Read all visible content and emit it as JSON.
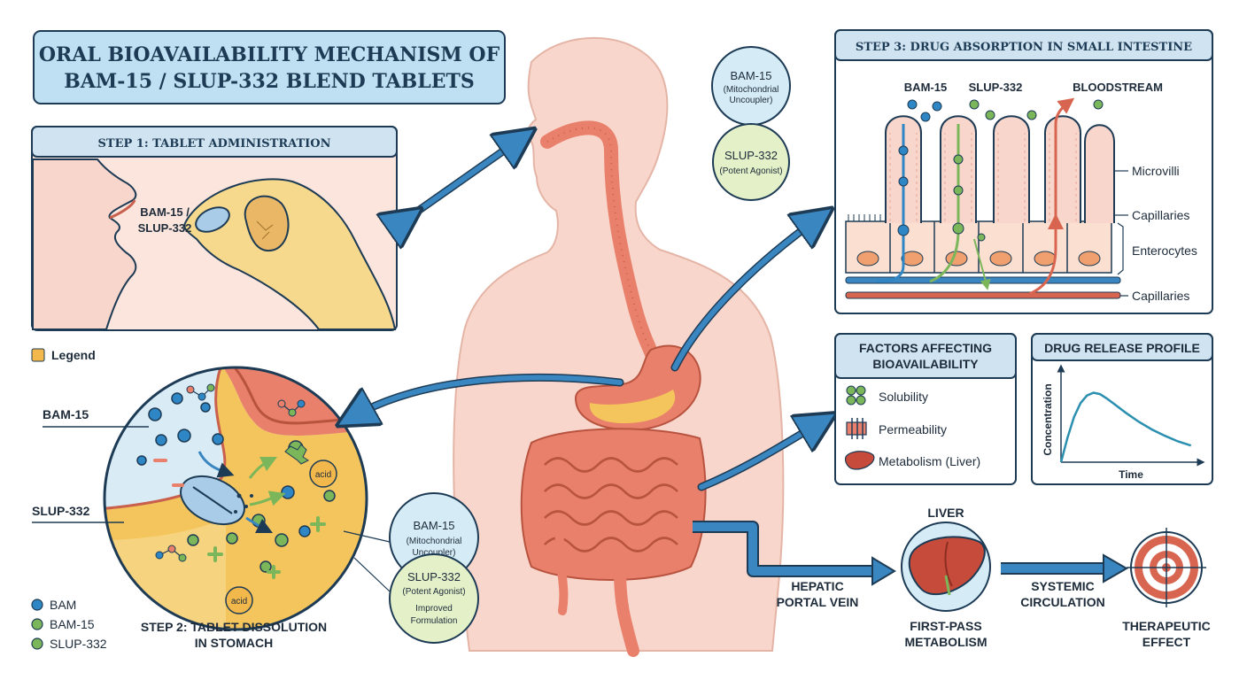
{
  "title": {
    "line1": "ORAL BIOAVAILABILITY MECHANISM OF",
    "line2": "BAM-15 / SLUP-332 BLEND TABLETS"
  },
  "step1": {
    "header": "STEP 1: TABLET ADMINISTRATION",
    "tablet_label_line1": "BAM-15 /",
    "tablet_label_line2": "SLUP-332"
  },
  "legend_top": {
    "label": "Legend",
    "swatch_color": "#f2b84b"
  },
  "step2": {
    "label_bam15": "BAM-15",
    "label_slup332": "SLUP-332",
    "acid1": "acid",
    "acid2": "acid",
    "caption_line1": "STEP 2: TABLET DISSOLUTION",
    "caption_line2": "IN STOMACH"
  },
  "legend_bottom": [
    {
      "label": "BAM",
      "color": "#2f86c4"
    },
    {
      "label": "BAM-15",
      "color": "#7bb65a"
    },
    {
      "label": "SLUP-332",
      "color": "#7bb65a"
    }
  ],
  "bubbles": {
    "top_bam": {
      "name": "BAM-15",
      "sub1": "(Mitochondrial",
      "sub2": "Uncoupler)"
    },
    "top_slup": {
      "name": "SLUP-332",
      "sub1": "(Potent Agonist)"
    },
    "bottom_bam": {
      "name": "BAM-15",
      "sub1": "(Mitochondrial",
      "sub2": "Uncoupler)"
    },
    "bottom_slup": {
      "name": "SLUP-332",
      "sub1": "(Potent Agonist)",
      "sub2": "Improved",
      "sub3": "Formulation"
    }
  },
  "step3": {
    "header": "STEP 3: DRUG ABSORPTION IN SMALL INTESTINE",
    "bam": "BAM-15",
    "slup": "SLUP-332",
    "blood": "BLOODSTREAM",
    "microvilli": "Microvilli",
    "capillaries_top": "Capillaries",
    "enterocytes": "Enterocytes",
    "capillaries_bottom": "Capillaries"
  },
  "factors": {
    "header_line1": "FACTORS AFFECTING",
    "header_line2": "BIOAVAILABILITY",
    "items": [
      "Solubility",
      "Permeability",
      "Metabolism (Liver)"
    ]
  },
  "chart_data": {
    "type": "line",
    "title": "DRUG RELEASE PROFILE",
    "xlabel": "Time",
    "ylabel": "Concentration",
    "x": [
      0,
      0.5,
      1,
      1.5,
      2,
      2.5,
      3,
      3.5,
      4,
      5,
      6,
      7,
      8,
      9,
      10
    ],
    "series": [
      {
        "values": [
          0,
          0.35,
          0.65,
          0.85,
          0.96,
          1.0,
          0.98,
          0.92,
          0.85,
          0.71,
          0.58,
          0.47,
          0.38,
          0.3,
          0.24
        ]
      }
    ],
    "xlim": [
      0,
      10.5
    ],
    "ylim": [
      0,
      1.3
    ],
    "grid": false,
    "line_color": "#2b8fb0"
  },
  "flow": {
    "portal_line1": "HEPATIC",
    "portal_line2": "PORTAL VEIN",
    "liver_label": "LIVER",
    "first_pass_line1": "FIRST-PASS",
    "first_pass_line2": "METABOLISM",
    "systemic_line1": "SYSTEMIC",
    "systemic_line2": "CIRCULATION",
    "therapeutic_line1": "THERAPEUTIC",
    "therapeutic_line2": "EFFECT"
  },
  "colors": {
    "arrow_blue": "#3a86c0",
    "body_fill": "#f9d6cc",
    "gi_tract": "#e8806b",
    "stomach_content": "#f4c55c",
    "panel_header": "#cfe3f1",
    "title_box": "#bfe0f2"
  }
}
